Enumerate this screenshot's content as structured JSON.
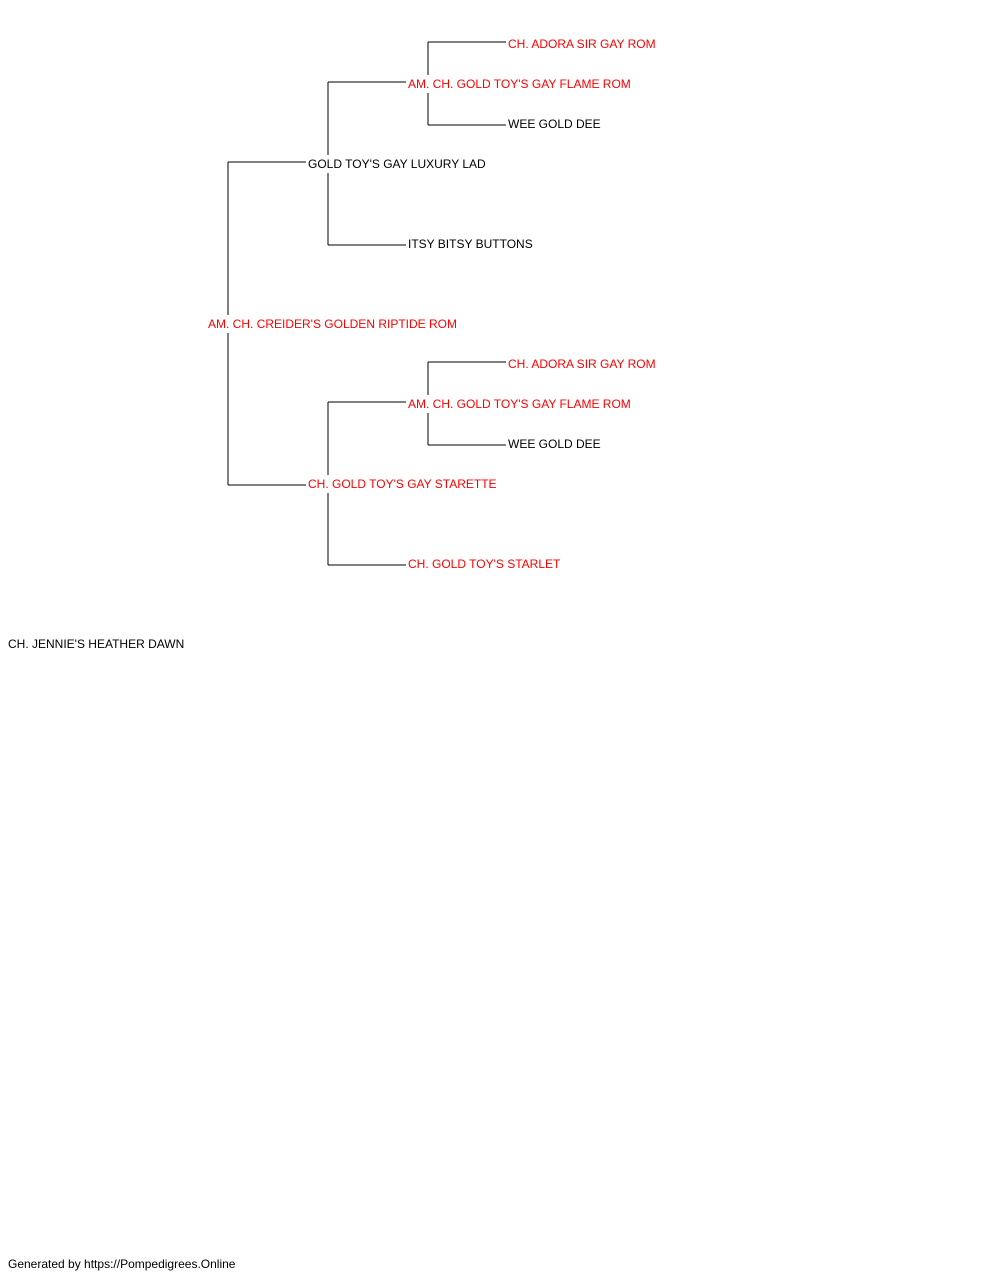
{
  "pedigree": {
    "subject": {
      "name": "CH. JENNIE'S HEATHER DAWN",
      "color": "#000000"
    },
    "sire": {
      "name": "AM. CH. CREIDER'S GOLDEN RIPTIDE ROM",
      "color": "#ff0000",
      "sire": {
        "name": "GOLD TOY'S GAY LUXURY LAD",
        "color": "#000000",
        "sire": {
          "name": "AM. CH. GOLD TOY'S GAY FLAME ROM",
          "color": "#ff0000",
          "sire": {
            "name": "CH. ADORA SIR GAY ROM",
            "color": "#ff0000"
          },
          "dam": {
            "name": "WEE GOLD DEE",
            "color": "#000000"
          }
        },
        "dam": {
          "name": "ITSY BITSY BUTTONS",
          "color": "#000000"
        }
      },
      "dam": {
        "name": "CH. GOLD TOY'S GAY STARETTE",
        "color": "#ff0000",
        "sire": {
          "name": "AM. CH. GOLD TOY'S GAY FLAME ROM",
          "color": "#ff0000",
          "sire": {
            "name": "CH. ADORA SIR GAY ROM",
            "color": "#ff0000"
          },
          "dam": {
            "name": "WEE GOLD DEE",
            "color": "#000000"
          }
        },
        "dam": {
          "name": "CH. GOLD TOY'S STARLET",
          "color": "#ff0000"
        }
      }
    }
  },
  "footer": {
    "text": "Generated by https://Pompedigrees.Online"
  }
}
